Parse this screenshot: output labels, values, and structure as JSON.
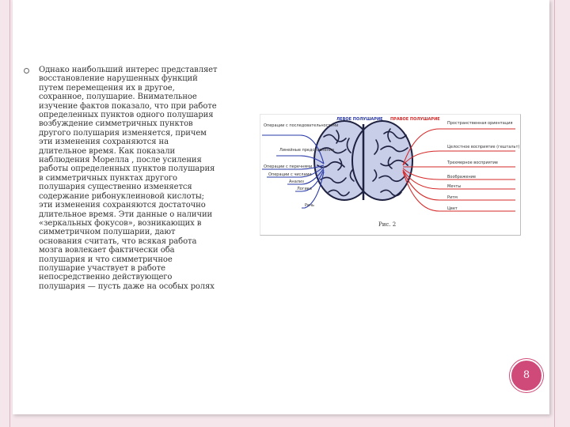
{
  "slide": {
    "body": "Однако наибольший интерес представляет восстановление нарушенных функций путем перемещения их в другое, сохранное, полушарие. Внимательное изучение фактов показало, что при работе определенных пунктов одного полушария возбуждение симметричных пунктов другого полушария изменяется, причем эти изменения сохраняются на длительное время. Как показали наблюдения Морелла , после усиления работы определенных пунктов полушария в симметричных пунктах другого полушария существенно изменяется содержание рибонуклеиновой кислоты; эти изменения сохраняются достаточно длительное время. Эти данные о наличии «зеркальных фокусов», возникающих в симметричном полушарии, дают основания считать, что всякая работа мозга вовлекает фактически оба полушария и что симметричное полушарие участвует в работе непосредственно действующего полушария — пусть даже на особых ролях",
    "page_number": "8"
  },
  "figure": {
    "left_header": "ЛЕВОЕ ПОЛУШАРИЕ",
    "right_header": "ПРАВОЕ ПОЛУШАРИЕ",
    "left_labels": [
      "Операции с последовательностями",
      "Линейные представления",
      "Операции с перечнями",
      "Операции с числами",
      "Анализ",
      "Логика",
      "Речь"
    ],
    "right_labels": [
      "Пространственная ориентация",
      "Целостное восприятие (гештальт)",
      "Трехмерное восприятие",
      "Воображение",
      "Мечты",
      "Ритм",
      "Цвет"
    ],
    "caption": "Рис. 2",
    "colors": {
      "left": "#2a3aa8",
      "right": "#d62828",
      "brain": "#c8cde8"
    }
  }
}
